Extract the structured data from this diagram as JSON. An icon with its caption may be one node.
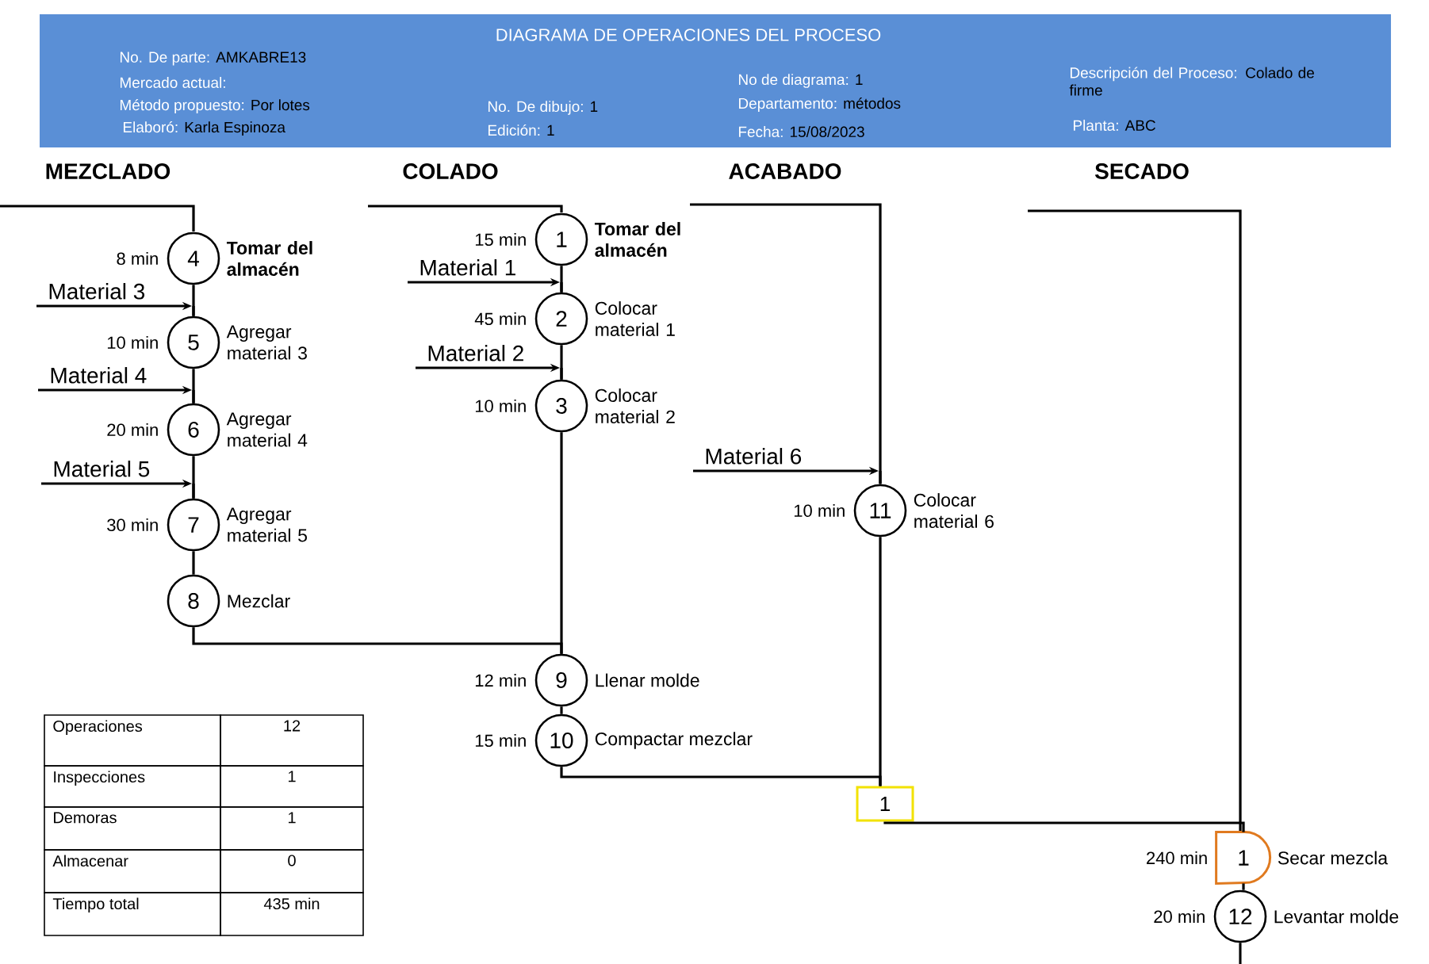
{
  "diagram": {
    "title": "DIAGRAMA DE OPERACIONES DEL PROCESO",
    "nodes": [
      {
        "text": [
          "4"
        ],
        "beside": [
          "8 min",
          "Tomar del almacén"
        ]
      },
      {
        "text": [
          "Material 3"
        ]
      },
      {
        "text": [
          "5"
        ],
        "beside": [
          "10 min",
          "Agregar material 3"
        ]
      },
      {
        "text": [
          "Material 4"
        ]
      },
      {
        "text": [
          "6"
        ],
        "beside": [
          "20 min",
          "Agregar material 4"
        ]
      },
      {
        "text": [
          "Material 5"
        ]
      },
      {
        "text": [
          "7"
        ],
        "beside": [
          "30 min",
          "Agregar material 5"
        ]
      },
      {
        "text": [
          "8"
        ],
        "beside": [
          "Mezclar"
        ]
      },
      {
        "text": [
          "1"
        ],
        "beside": [
          "15 min",
          "Tomar del almacén"
        ]
      },
      {
        "text": [
          "Material 1"
        ]
      },
      {
        "text": [
          "2"
        ],
        "beside": [
          "45 min",
          "Colocar material 1"
        ]
      },
      {
        "text": [
          "Material 2"
        ]
      },
      {
        "text": [
          "3"
        ],
        "beside": [
          "10 min",
          "Colocar material 2"
        ]
      },
      {
        "text": [
          "9"
        ],
        "beside": [
          "12 min",
          "Llenar molde"
        ]
      },
      {
        "text": [
          "10"
        ],
        "beside": [
          "15 min",
          "Compactar mezclar"
        ]
      },
      {
        "text": [
          "Material 6"
        ]
      },
      {
        "text": [
          "11"
        ],
        "beside": [
          "10 min",
          "Colocar material 6"
        ]
      },
      {
        "text": [
          "1"
        ]
      },
      {
        "text": [
          "1"
        ],
        "beside": [
          "240 min",
          "Secar mezcla"
        ]
      },
      {
        "text": [
          "12"
        ],
        "beside": [
          "20 min",
          "Levantar molde"
        ]
      }
    ],
    "edges": [
      {
        "from": 0,
        "to": 2,
        "arrow": "none"
      },
      {
        "from": 2,
        "to": 4,
        "arrow": "none"
      },
      {
        "from": 4,
        "to": 6,
        "arrow": "none"
      },
      {
        "from": 6,
        "to": 7,
        "arrow": "none"
      },
      {
        "from": 8,
        "to": 10,
        "arrow": "none"
      },
      {
        "from": 10,
        "to": 12,
        "arrow": "none"
      },
      {
        "from": 12,
        "to": 13,
        "arrow": "none"
      },
      {
        "from": 7,
        "to": 13,
        "arrow": "none"
      },
      {
        "from": 13,
        "to": 14,
        "arrow": "none"
      },
      {
        "from": 14,
        "to": 17,
        "arrow": "none"
      },
      {
        "from": 16,
        "to": 17,
        "arrow": "none"
      },
      {
        "from": 17,
        "to": 18,
        "arrow": "none"
      },
      {
        "from": 18,
        "to": 19,
        "arrow": "none"
      },
      {
        "from": 19,
        "to": null,
        "arrow": "none"
      },
      {
        "from": 1,
        "to": 2,
        "arrow": "to"
      },
      {
        "from": 3,
        "to": 4,
        "arrow": "to"
      },
      {
        "from": 5,
        "to": 6,
        "arrow": "to"
      },
      {
        "from": 9,
        "to": 10,
        "arrow": "to"
      },
      {
        "from": 11,
        "to": 12,
        "arrow": "to"
      },
      {
        "from": 15,
        "to": 16,
        "arrow": "to"
      }
    ],
    "labels": [
      "No. De parte:",
      "AMKABRE13",
      "Mercado actual:",
      "No de diagrama:",
      "1",
      "Descripción del Proceso:",
      "Colado de firme",
      "Método propuesto:",
      "Por lotes",
      "No. De dibujo:",
      "1",
      "Departamento:",
      "métodos",
      "Elaboró:",
      "Karla Espinoza",
      "Edición:",
      "1",
      "Fecha:",
      "15/08/2023",
      "Planta:",
      "ABC",
      "MEZCLADO",
      "COLADO",
      "ACABADO",
      "SECADO",
      "Operaciones",
      "12",
      "Inspecciones",
      "1",
      "Demoras",
      "1",
      "Almacenar",
      "0",
      "Tiempo total",
      "435 min"
    ]
  }
}
